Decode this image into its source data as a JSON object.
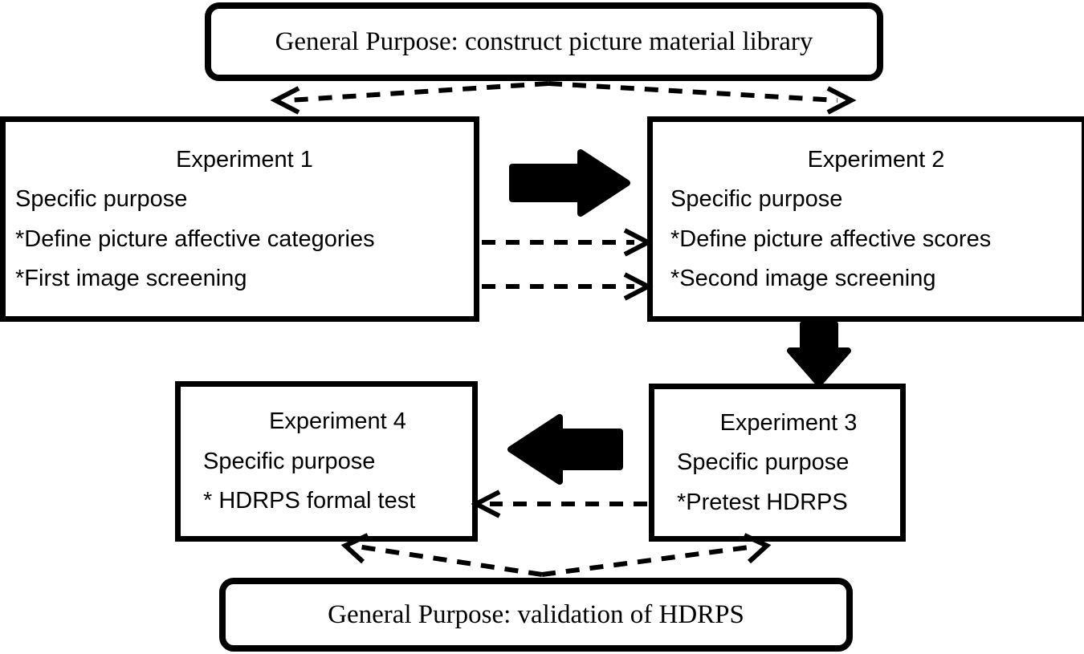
{
  "diagram": {
    "title_top": "General Purpose: construct picture material library",
    "title_bottom": "General Purpose: validation of HDRPS",
    "ink_color": "#000000",
    "background_color": "#ffffff"
  },
  "nodes": {
    "general_purpose_top": {
      "label": "General Purpose: construct picture material library",
      "shape": "rounded-rectangle"
    },
    "general_purpose_bottom": {
      "label": "General Purpose: validation of HDRPS",
      "shape": "rounded-rectangle"
    },
    "experiment1": {
      "title": "Experiment 1",
      "lines": [
        "Specific purpose",
        "*Define picture affective categories",
        "*First image screening"
      ]
    },
    "experiment2": {
      "title": "Experiment 2",
      "lines": [
        "Specific purpose",
        "*Define picture affective scores",
        "*Second image screening"
      ]
    },
    "experiment3": {
      "title": "Experiment 3",
      "lines": [
        "Specific purpose",
        "*Pretest HDRPS"
      ]
    },
    "experiment4": {
      "title": "Experiment 4",
      "lines": [
        "Specific purpose",
        "* HDRPS formal test"
      ]
    }
  },
  "connectors": [
    {
      "name": "top-purpose-to-experiment1",
      "style": "dashed",
      "arrowhead": "open-v",
      "from": "general_purpose_top",
      "to": "experiment1"
    },
    {
      "name": "top-purpose-to-experiment2",
      "style": "dashed",
      "arrowhead": "open-v",
      "from": "general_purpose_top",
      "to": "experiment2"
    },
    {
      "name": "experiment1-to-experiment2-block",
      "style": "solid-block",
      "arrowhead": "filled",
      "direction": "right",
      "from": "experiment1",
      "to": "experiment2"
    },
    {
      "name": "define-categories-to-define-scores",
      "style": "dashed",
      "arrowhead": "open-v",
      "direction": "right",
      "from": "experiment1",
      "to": "experiment2"
    },
    {
      "name": "first-screening-to-second-screening",
      "style": "dashed",
      "arrowhead": "open-v",
      "direction": "right",
      "from": "experiment1",
      "to": "experiment2"
    },
    {
      "name": "experiment2-to-experiment3-block",
      "style": "solid-block",
      "arrowhead": "filled",
      "direction": "down",
      "from": "experiment2",
      "to": "experiment3"
    },
    {
      "name": "experiment3-to-experiment4-block",
      "style": "solid-block",
      "arrowhead": "filled",
      "direction": "left",
      "from": "experiment3",
      "to": "experiment4"
    },
    {
      "name": "pretest-to-formal-test",
      "style": "dashed",
      "arrowhead": "open-v",
      "direction": "left",
      "from": "experiment3",
      "to": "experiment4"
    },
    {
      "name": "bottom-purpose-to-experiment4",
      "style": "dashed",
      "arrowhead": "open-v",
      "from": "general_purpose_bottom",
      "to": "experiment4"
    },
    {
      "name": "bottom-purpose-to-experiment3",
      "style": "dashed",
      "arrowhead": "open-v",
      "from": "general_purpose_bottom",
      "to": "experiment3"
    }
  ]
}
